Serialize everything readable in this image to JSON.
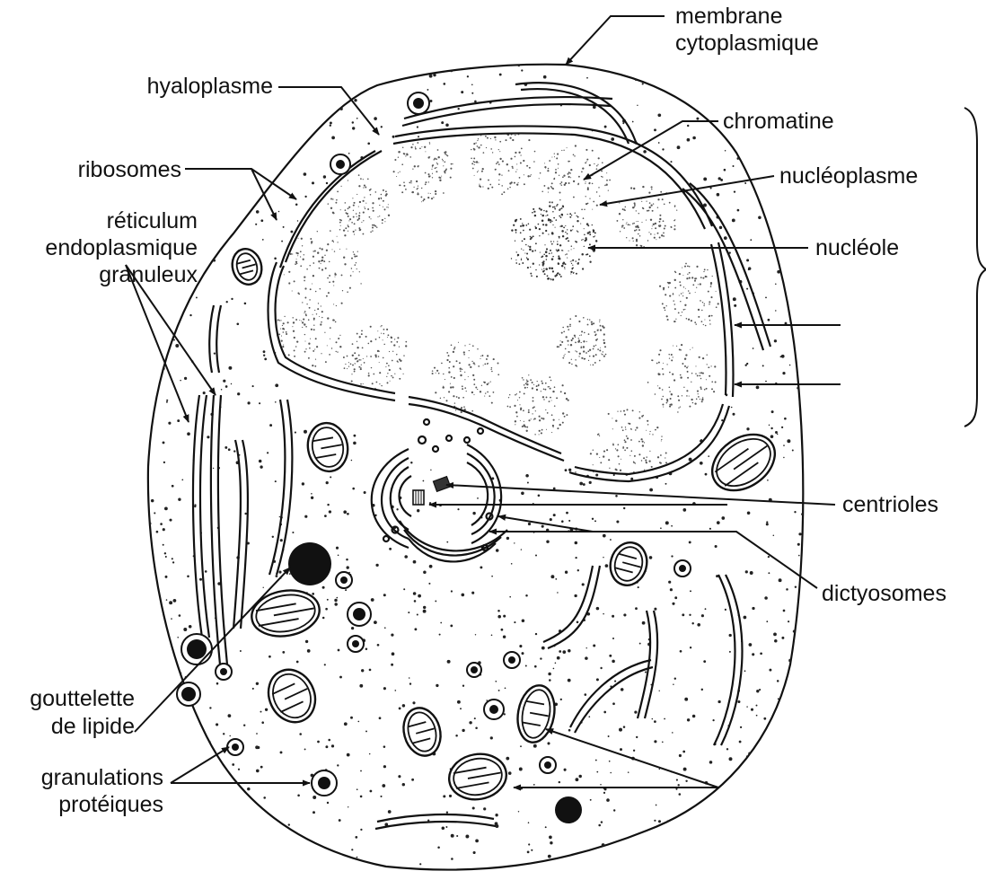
{
  "labels": {
    "membrane_line1": "membrane",
    "membrane_line2": "cytoplasmique",
    "hyaloplasme": "hyaloplasme",
    "chromatine": "chromatine",
    "nucleoplasme": "nucléoplasme",
    "ribosomes": "ribosomes",
    "reticulum_line1": "réticulum",
    "reticulum_line2": "endoplasmique",
    "reticulum_line3": "granuleux",
    "nucleole": "nucléole",
    "centrioles": "centrioles",
    "dictyosomes": "dictyosomes",
    "gouttelette_line1": "gouttelette",
    "gouttelette_line2": "de lipide",
    "granulations_line1": "granulations",
    "granulations_line2": "protéiques"
  },
  "colors": {
    "ink": "#111111",
    "background": "#ffffff",
    "stipple": "#222222",
    "chromatin": "#555555"
  },
  "icons": {
    "arrowhead": "arrowhead-icon",
    "brace": "curly-brace-icon"
  }
}
